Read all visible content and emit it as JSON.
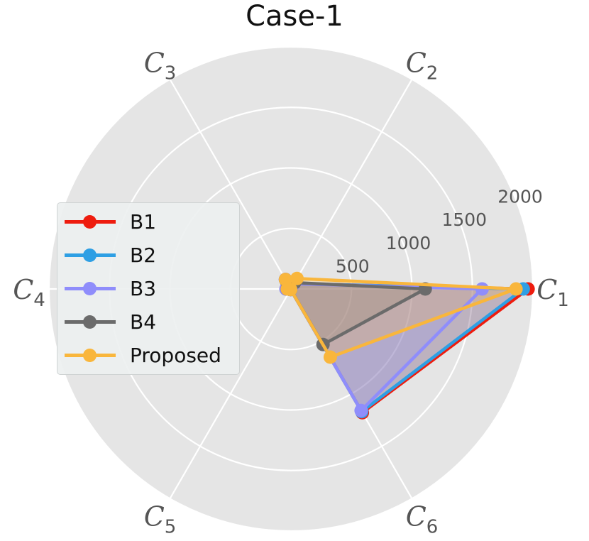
{
  "chart_data": {
    "type": "radar",
    "title": "Case-1",
    "axes": [
      "C1",
      "C2",
      "C3",
      "C4",
      "C5",
      "C6"
    ],
    "axis_label_base": [
      "C",
      "C",
      "C",
      "C",
      "C",
      "C"
    ],
    "axis_label_sub": [
      "1",
      "2",
      "3",
      "4",
      "5",
      "6"
    ],
    "rlim": [
      0,
      2000
    ],
    "rticks": [
      500,
      1000,
      1500,
      2000
    ],
    "rtick_labels": [
      "500",
      "1000",
      "1500",
      "2000"
    ],
    "grid": true,
    "legend_position": "center-left",
    "series": [
      {
        "name": "B1",
        "color": "#ee1c0e",
        "values": [
          1960,
          50,
          90,
          40,
          5,
          1180
        ]
      },
      {
        "name": "B2",
        "color": "#2e9fe4",
        "values": [
          1920,
          50,
          90,
          40,
          5,
          1170
        ]
      },
      {
        "name": "B3",
        "color": "#8f8dfb",
        "values": [
          1580,
          50,
          90,
          40,
          5,
          1160
        ]
      },
      {
        "name": "B4",
        "color": "#6b6b6b",
        "values": [
          1110,
          60,
          80,
          30,
          5,
          530
        ]
      },
      {
        "name": "Proposed",
        "color": "#f9b63c",
        "values": [
          1860,
          100,
          90,
          30,
          5,
          650
        ]
      }
    ]
  }
}
